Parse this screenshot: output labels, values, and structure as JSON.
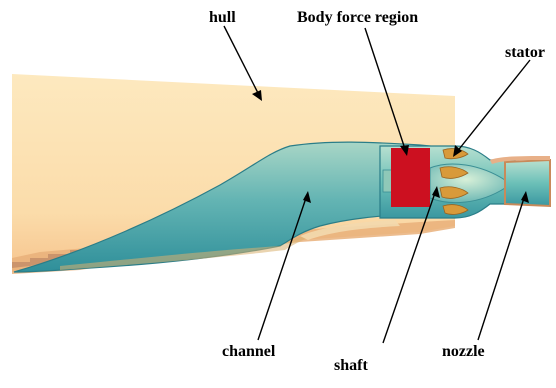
{
  "labels": {
    "hull": "hull",
    "body_force_region": "Body force region",
    "stator": "stator",
    "channel": "channel",
    "shaft": "shaft",
    "nozzle": "nozzle"
  },
  "colors": {
    "hull_fill": "#fde6b8",
    "channel_fill": "#6fb7b0",
    "body_force_region": "#cc1020",
    "stator_blade": "#d89a3a",
    "leader_line": "#000000"
  }
}
